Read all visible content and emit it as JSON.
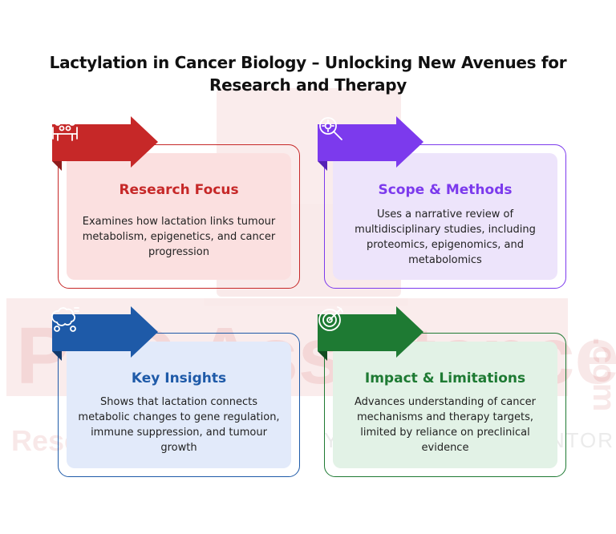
{
  "title": "Lactylation in Cancer Biology – Unlocking New Avenues for Research and Therapy",
  "watermark": {
    "brand": "PhD Assistance",
    "domain": ".com",
    "sub_left": "Research Lab",
    "sub_right": "YOUR TRUSTED MENTOR"
  },
  "colors": {
    "research": "#c62828",
    "scope": "#7c3aed",
    "insights": "#1e5aa8",
    "impact": "#1e7a33"
  },
  "cards": [
    {
      "key": "research",
      "icon": "meeting-people-icon",
      "title": "Research Focus",
      "body": "Examines how lactation links tumour metabolism, epigenetics, and cancer progression"
    },
    {
      "key": "scope",
      "icon": "magnifier-gear-icon",
      "title": "Scope & Methods",
      "body": "Uses a narrative review of multidisciplinary studies, including proteomics, epigenomics, and metabolomics"
    },
    {
      "key": "insights",
      "icon": "brain-gears-icon",
      "title": "Key Insights",
      "body": "Shows that lactation connects metabolic changes to gene regulation, immune suppression, and tumour growth"
    },
    {
      "key": "impact",
      "icon": "target-arrow-icon",
      "title": "Impact & Limitations",
      "body": "Advances understanding of cancer mechanisms and therapy targets, limited by reliance on preclinical evidence"
    }
  ]
}
